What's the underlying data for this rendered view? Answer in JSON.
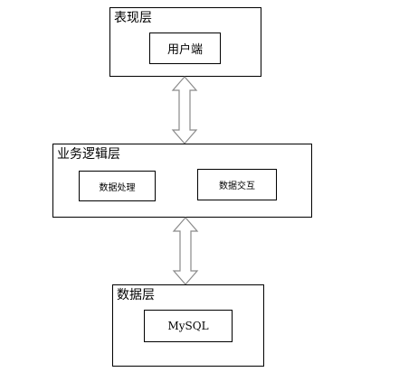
{
  "presentation_layer": {
    "title": "表现层",
    "client": "用户端"
  },
  "business_layer": {
    "title": "业务逻辑层",
    "data_processing": "数据处理",
    "data_interaction": "数据交互"
  },
  "data_layer": {
    "title": "数据层",
    "database": "MySQL"
  },
  "colors": {
    "stroke": "#000000",
    "arrow_stroke": "#8a8a8a",
    "arrow_fill": "#ffffff",
    "background": "#ffffff"
  }
}
